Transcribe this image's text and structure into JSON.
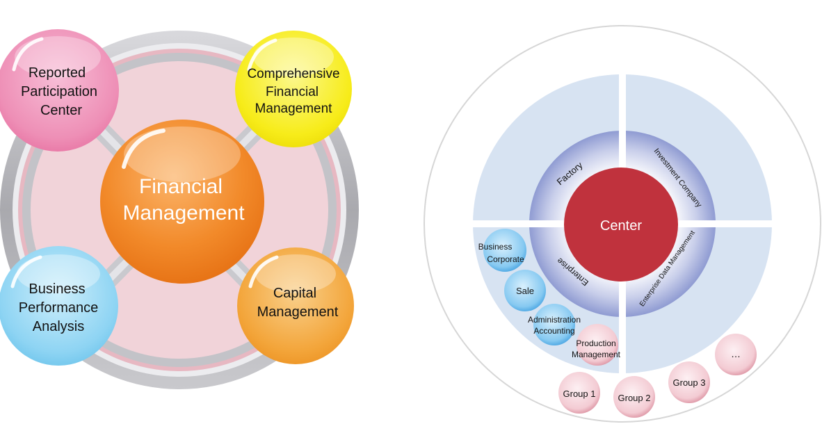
{
  "left_diagram": {
    "center": [
      "Financial",
      "Management"
    ],
    "nodes": {
      "top_left": [
        "Reported",
        "Participation",
        "Center"
      ],
      "top_right": [
        "Comprehensive",
        "Financial",
        "Management"
      ],
      "bottom_left": [
        "Business",
        "Performance",
        "Analysis"
      ],
      "bottom_right": [
        "Capital",
        "Management"
      ]
    }
  },
  "right_diagram": {
    "center": "Center",
    "ring_labels": {
      "top_left": "Factory",
      "top_right": "Investment Company",
      "bottom_left": "Enterprise",
      "bottom_right": "Enterprise Data Management"
    },
    "blue_nodes": {
      "business_corporate": [
        "Business",
        "Corporate"
      ],
      "sale": [
        "Sale"
      ],
      "administration_accounting": [
        "Administration",
        "Accounting"
      ]
    },
    "pink_nodes": {
      "production_management": [
        "Production",
        "Management"
      ],
      "group1": "Group 1",
      "group2": "Group 2",
      "group3": "Group 3",
      "more": "…"
    }
  },
  "colors": {
    "ring_outer": "#b8b8bc",
    "ring_fill": "#f1d3d9",
    "center_orange": "#f28a2a",
    "node_pink": "#ee8fb6",
    "node_yellow": "#f7ec1a",
    "node_blue": "#8ed4f3",
    "node_orange": "#f3a53a",
    "quadrant_blue": "#d7e3f2",
    "ring_purple": "#9ea8d6",
    "center_red": "#c0323d",
    "small_blue": "#5ab5ea",
    "small_pink": "#f1c4cd"
  }
}
